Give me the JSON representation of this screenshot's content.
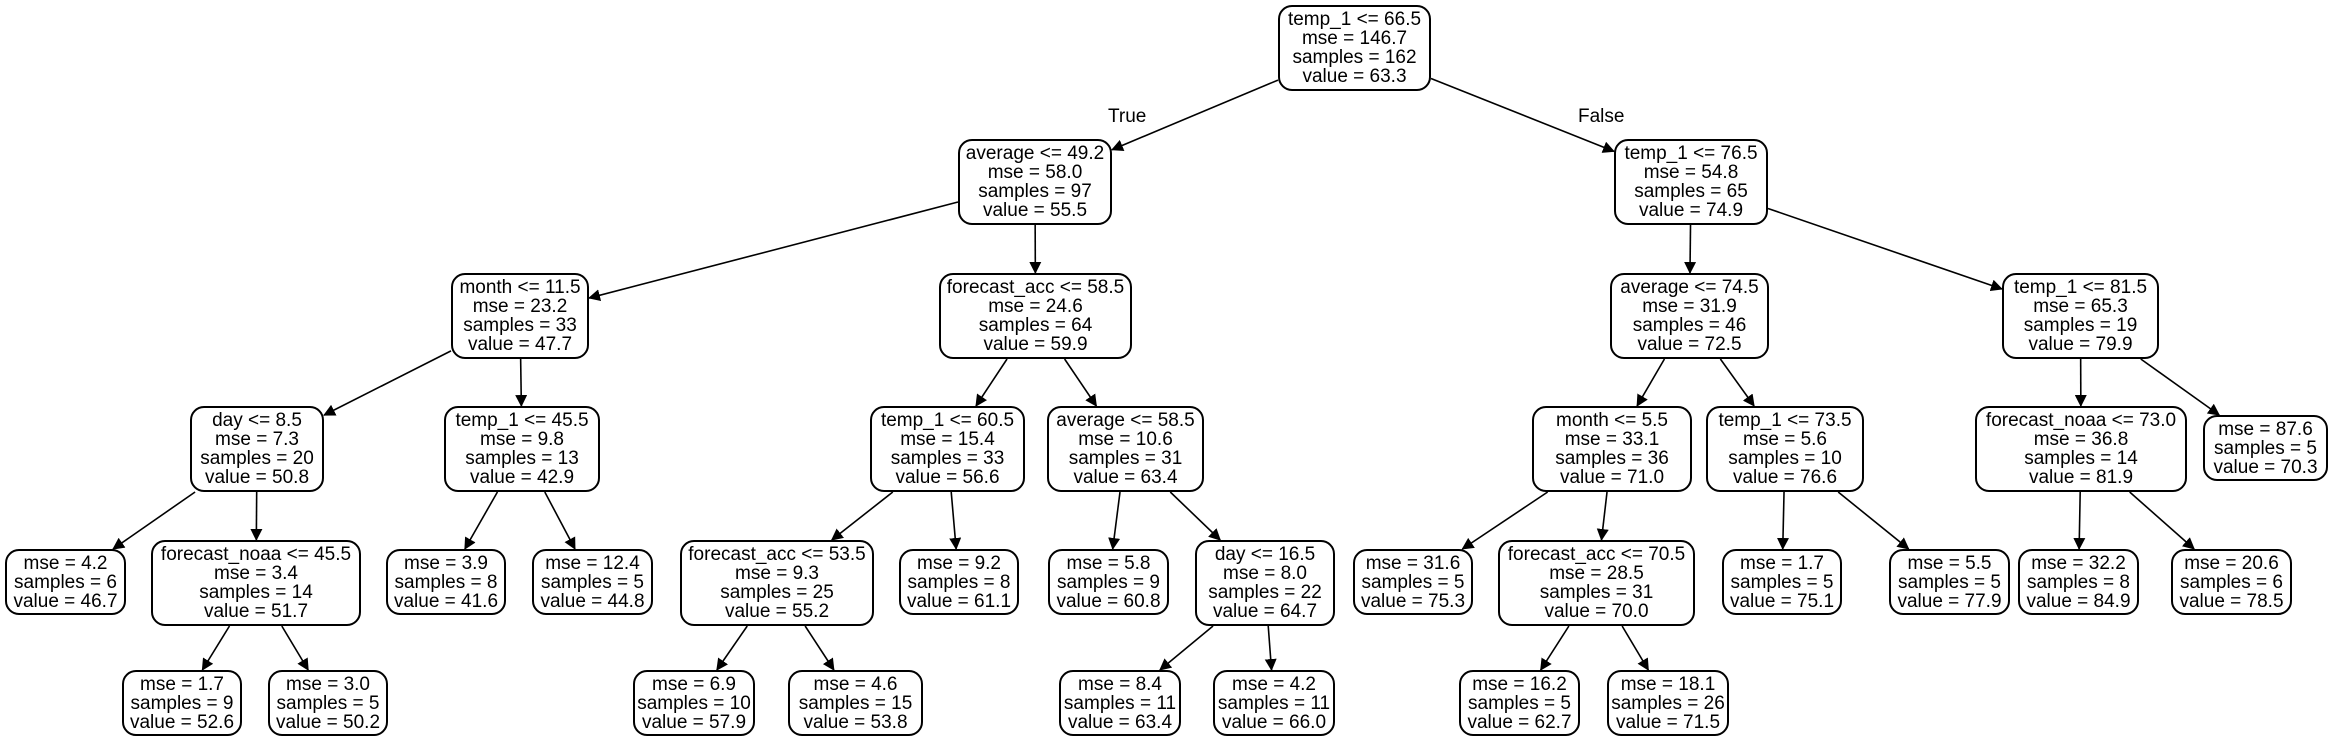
{
  "tree": {
    "branch_labels": {
      "true": "True",
      "false": "False"
    },
    "nodes": {
      "n0": [
        "temp_1 <= 66.5",
        "mse = 146.7",
        "samples = 162",
        "value = 63.3"
      ],
      "n1": [
        "average <= 49.2",
        "mse = 58.0",
        "samples = 97",
        "value = 55.5"
      ],
      "n2": [
        "temp_1 <= 76.5",
        "mse = 54.8",
        "samples = 65",
        "value = 74.9"
      ],
      "n3": [
        "month <= 11.5",
        "mse = 23.2",
        "samples = 33",
        "value = 47.7"
      ],
      "n4": [
        "forecast_acc <= 58.5",
        "mse = 24.6",
        "samples = 64",
        "value = 59.9"
      ],
      "n5": [
        "average <= 74.5",
        "mse = 31.9",
        "samples = 46",
        "value = 72.5"
      ],
      "n6": [
        "temp_1 <= 81.5",
        "mse = 65.3",
        "samples = 19",
        "value = 79.9"
      ],
      "n7": [
        "day <= 8.5",
        "mse = 7.3",
        "samples = 20",
        "value = 50.8"
      ],
      "n8": [
        "temp_1 <= 45.5",
        "mse = 9.8",
        "samples = 13",
        "value = 42.9"
      ],
      "n9": [
        "temp_1 <= 60.5",
        "mse = 15.4",
        "samples = 33",
        "value = 56.6"
      ],
      "n10": [
        "average <= 58.5",
        "mse = 10.6",
        "samples = 31",
        "value = 63.4"
      ],
      "n11": [
        "month <= 5.5",
        "mse = 33.1",
        "samples = 36",
        "value = 71.0"
      ],
      "n12": [
        "temp_1 <= 73.5",
        "mse = 5.6",
        "samples = 10",
        "value = 76.6"
      ],
      "n13": [
        "forecast_noaa <= 73.0",
        "mse = 36.8",
        "samples = 14",
        "value = 81.9"
      ],
      "n14": [
        "mse = 87.6",
        "samples = 5",
        "value = 70.3"
      ],
      "n15": [
        "mse = 4.2",
        "samples = 6",
        "value = 46.7"
      ],
      "n16": [
        "forecast_noaa <= 45.5",
        "mse = 3.4",
        "samples = 14",
        "value = 51.7"
      ],
      "n17": [
        "mse = 3.9",
        "samples = 8",
        "value = 41.6"
      ],
      "n18": [
        "mse = 12.4",
        "samples = 5",
        "value = 44.8"
      ],
      "n19": [
        "forecast_acc <= 53.5",
        "mse = 9.3",
        "samples = 25",
        "value = 55.2"
      ],
      "n20": [
        "mse = 9.2",
        "samples = 8",
        "value = 61.1"
      ],
      "n21": [
        "mse = 5.8",
        "samples = 9",
        "value = 60.8"
      ],
      "n22": [
        "day <= 16.5",
        "mse = 8.0",
        "samples = 22",
        "value = 64.7"
      ],
      "n23": [
        "mse = 31.6",
        "samples = 5",
        "value = 75.3"
      ],
      "n24": [
        "forecast_acc <= 70.5",
        "mse = 28.5",
        "samples = 31",
        "value = 70.0"
      ],
      "n25": [
        "mse = 1.7",
        "samples = 5",
        "value = 75.1"
      ],
      "n26": [
        "mse = 5.5",
        "samples = 5",
        "value = 77.9"
      ],
      "n27": [
        "mse = 32.2",
        "samples = 8",
        "value = 84.9"
      ],
      "n28": [
        "mse = 20.6",
        "samples = 6",
        "value = 78.5"
      ],
      "n29": [
        "mse = 1.7",
        "samples = 9",
        "value = 52.6"
      ],
      "n30": [
        "mse = 3.0",
        "samples = 5",
        "value = 50.2"
      ],
      "n31": [
        "mse = 6.9",
        "samples = 10",
        "value = 57.9"
      ],
      "n32": [
        "mse = 4.6",
        "samples = 15",
        "value = 53.8"
      ],
      "n33": [
        "mse = 8.4",
        "samples = 11",
        "value = 63.4"
      ],
      "n34": [
        "mse = 4.2",
        "samples = 11",
        "value = 66.0"
      ],
      "n35": [
        "mse = 16.2",
        "samples = 5",
        "value = 62.7"
      ],
      "n36": [
        "mse = 18.1",
        "samples = 26",
        "value = 71.5"
      ]
    }
  }
}
